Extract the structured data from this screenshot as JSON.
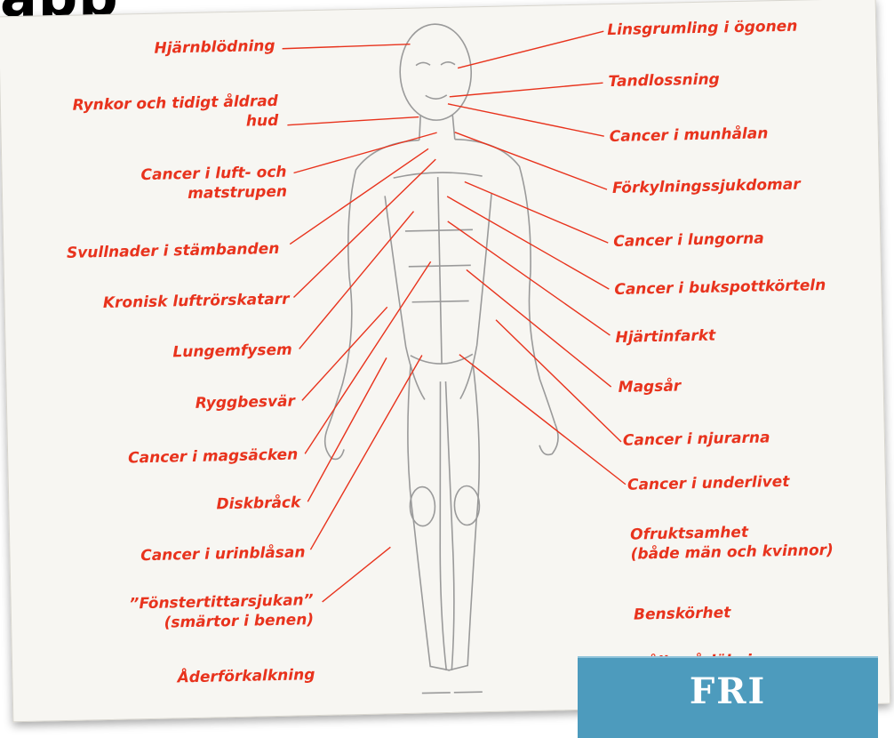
{
  "labels_left": [
    {
      "id": "hjarnblodning",
      "lines": [
        "Hjärnblödning"
      ]
    },
    {
      "id": "rynkor",
      "lines": [
        "Rynkor och tidigt åldrad",
        "hud"
      ]
    },
    {
      "id": "cancer-luft",
      "lines": [
        "Cancer i luft- och",
        "matstrupen"
      ]
    },
    {
      "id": "svullnader",
      "lines": [
        "Svullnader i stämbanden"
      ]
    },
    {
      "id": "kronisk",
      "lines": [
        "Kronisk luftrörskatarr"
      ]
    },
    {
      "id": "lungemfysem",
      "lines": [
        "Lungemfysem"
      ]
    },
    {
      "id": "ryggbesvar",
      "lines": [
        "Ryggbesvär"
      ]
    },
    {
      "id": "cancer-magsacken",
      "lines": [
        "Cancer i magsäcken"
      ]
    },
    {
      "id": "diskbrack",
      "lines": [
        "Diskbråck"
      ]
    },
    {
      "id": "cancer-urinblasan",
      "lines": [
        "Cancer i urinblåsan"
      ]
    },
    {
      "id": "fonstertittarsjukan",
      "lines": [
        "”Fönstertittarsjukan”",
        "(smärtor i benen)"
      ]
    },
    {
      "id": "aderforkalkning",
      "lines": [
        "Åderförkalkning"
      ]
    }
  ],
  "labels_right": [
    {
      "id": "linsgrumling",
      "lines": [
        "Linsgrumling i ögonen"
      ]
    },
    {
      "id": "tandlossning",
      "lines": [
        "Tandlossning"
      ]
    },
    {
      "id": "cancer-munhalan",
      "lines": [
        "Cancer i munhålan"
      ]
    },
    {
      "id": "forkylning",
      "lines": [
        "Förkylningssjukdomar"
      ]
    },
    {
      "id": "cancer-lungorna",
      "lines": [
        "Cancer i lungorna"
      ]
    },
    {
      "id": "cancer-bukspott",
      "lines": [
        "Cancer i bukspottkörteln"
      ]
    },
    {
      "id": "hjartinfarkt",
      "lines": [
        "Hjärtinfarkt"
      ]
    },
    {
      "id": "magsar",
      "lines": [
        "Magsår"
      ]
    },
    {
      "id": "cancer-njurarna",
      "lines": [
        "Cancer i njurarna"
      ]
    },
    {
      "id": "cancer-underlivet",
      "lines": [
        "Cancer i underlivet"
      ]
    },
    {
      "id": "ofruktsamhet",
      "lines": [
        "Ofruktsamhet",
        "(både män och kvinnor)"
      ]
    },
    {
      "id": "benskorhet",
      "lines": [
        "Benskörhet"
      ]
    },
    {
      "id": "dalig-sarlakning",
      "lines": [
        "Dålig sårläkning"
      ]
    }
  ],
  "banner": {
    "label": "FRI"
  },
  "colors": {
    "label": "#e8331d",
    "banner": "#4d9bbd",
    "figure": "#9a9a9a"
  }
}
